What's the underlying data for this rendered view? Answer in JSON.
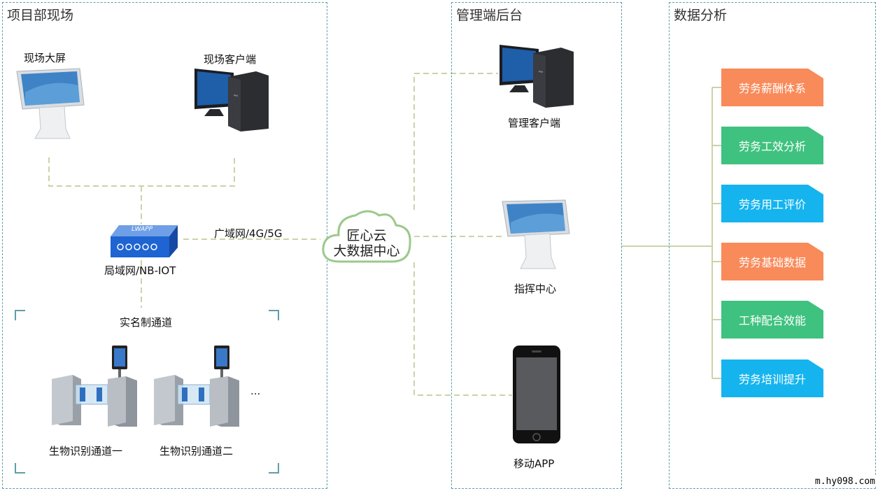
{
  "panels": {
    "site": "项目部现场",
    "backend": "管理端后台",
    "analysis": "数据分析"
  },
  "site": {
    "screen_label": "现场大屏",
    "client_label": "现场客户端",
    "lan_label": "局域网/NB-IOT",
    "router_text": "LWAPP",
    "wan_label": "广域网/4G/5G",
    "channel_title": "实名制通道",
    "gate1_label": "生物识别通道一",
    "gate2_label": "生物识别通道二",
    "ellipsis": "..."
  },
  "cloud": {
    "line1": "匠心云",
    "line2": "大数据中心"
  },
  "backend": {
    "client_label": "管理客户端",
    "command_label": "指挥中心",
    "app_label": "移动APP"
  },
  "analysis": {
    "items": [
      {
        "label": "劳务薪酬体系",
        "color": "#f98a5a"
      },
      {
        "label": "劳务工效分析",
        "color": "#3fc27f"
      },
      {
        "label": "劳务用工评价",
        "color": "#15b4ee"
      },
      {
        "label": "劳务基础数据",
        "color": "#f98a5a"
      },
      {
        "label": "工种配合效能",
        "color": "#3fc27f"
      },
      {
        "label": "劳务培训提升",
        "color": "#15b4ee"
      }
    ]
  },
  "watermark": "m.hy098.com"
}
